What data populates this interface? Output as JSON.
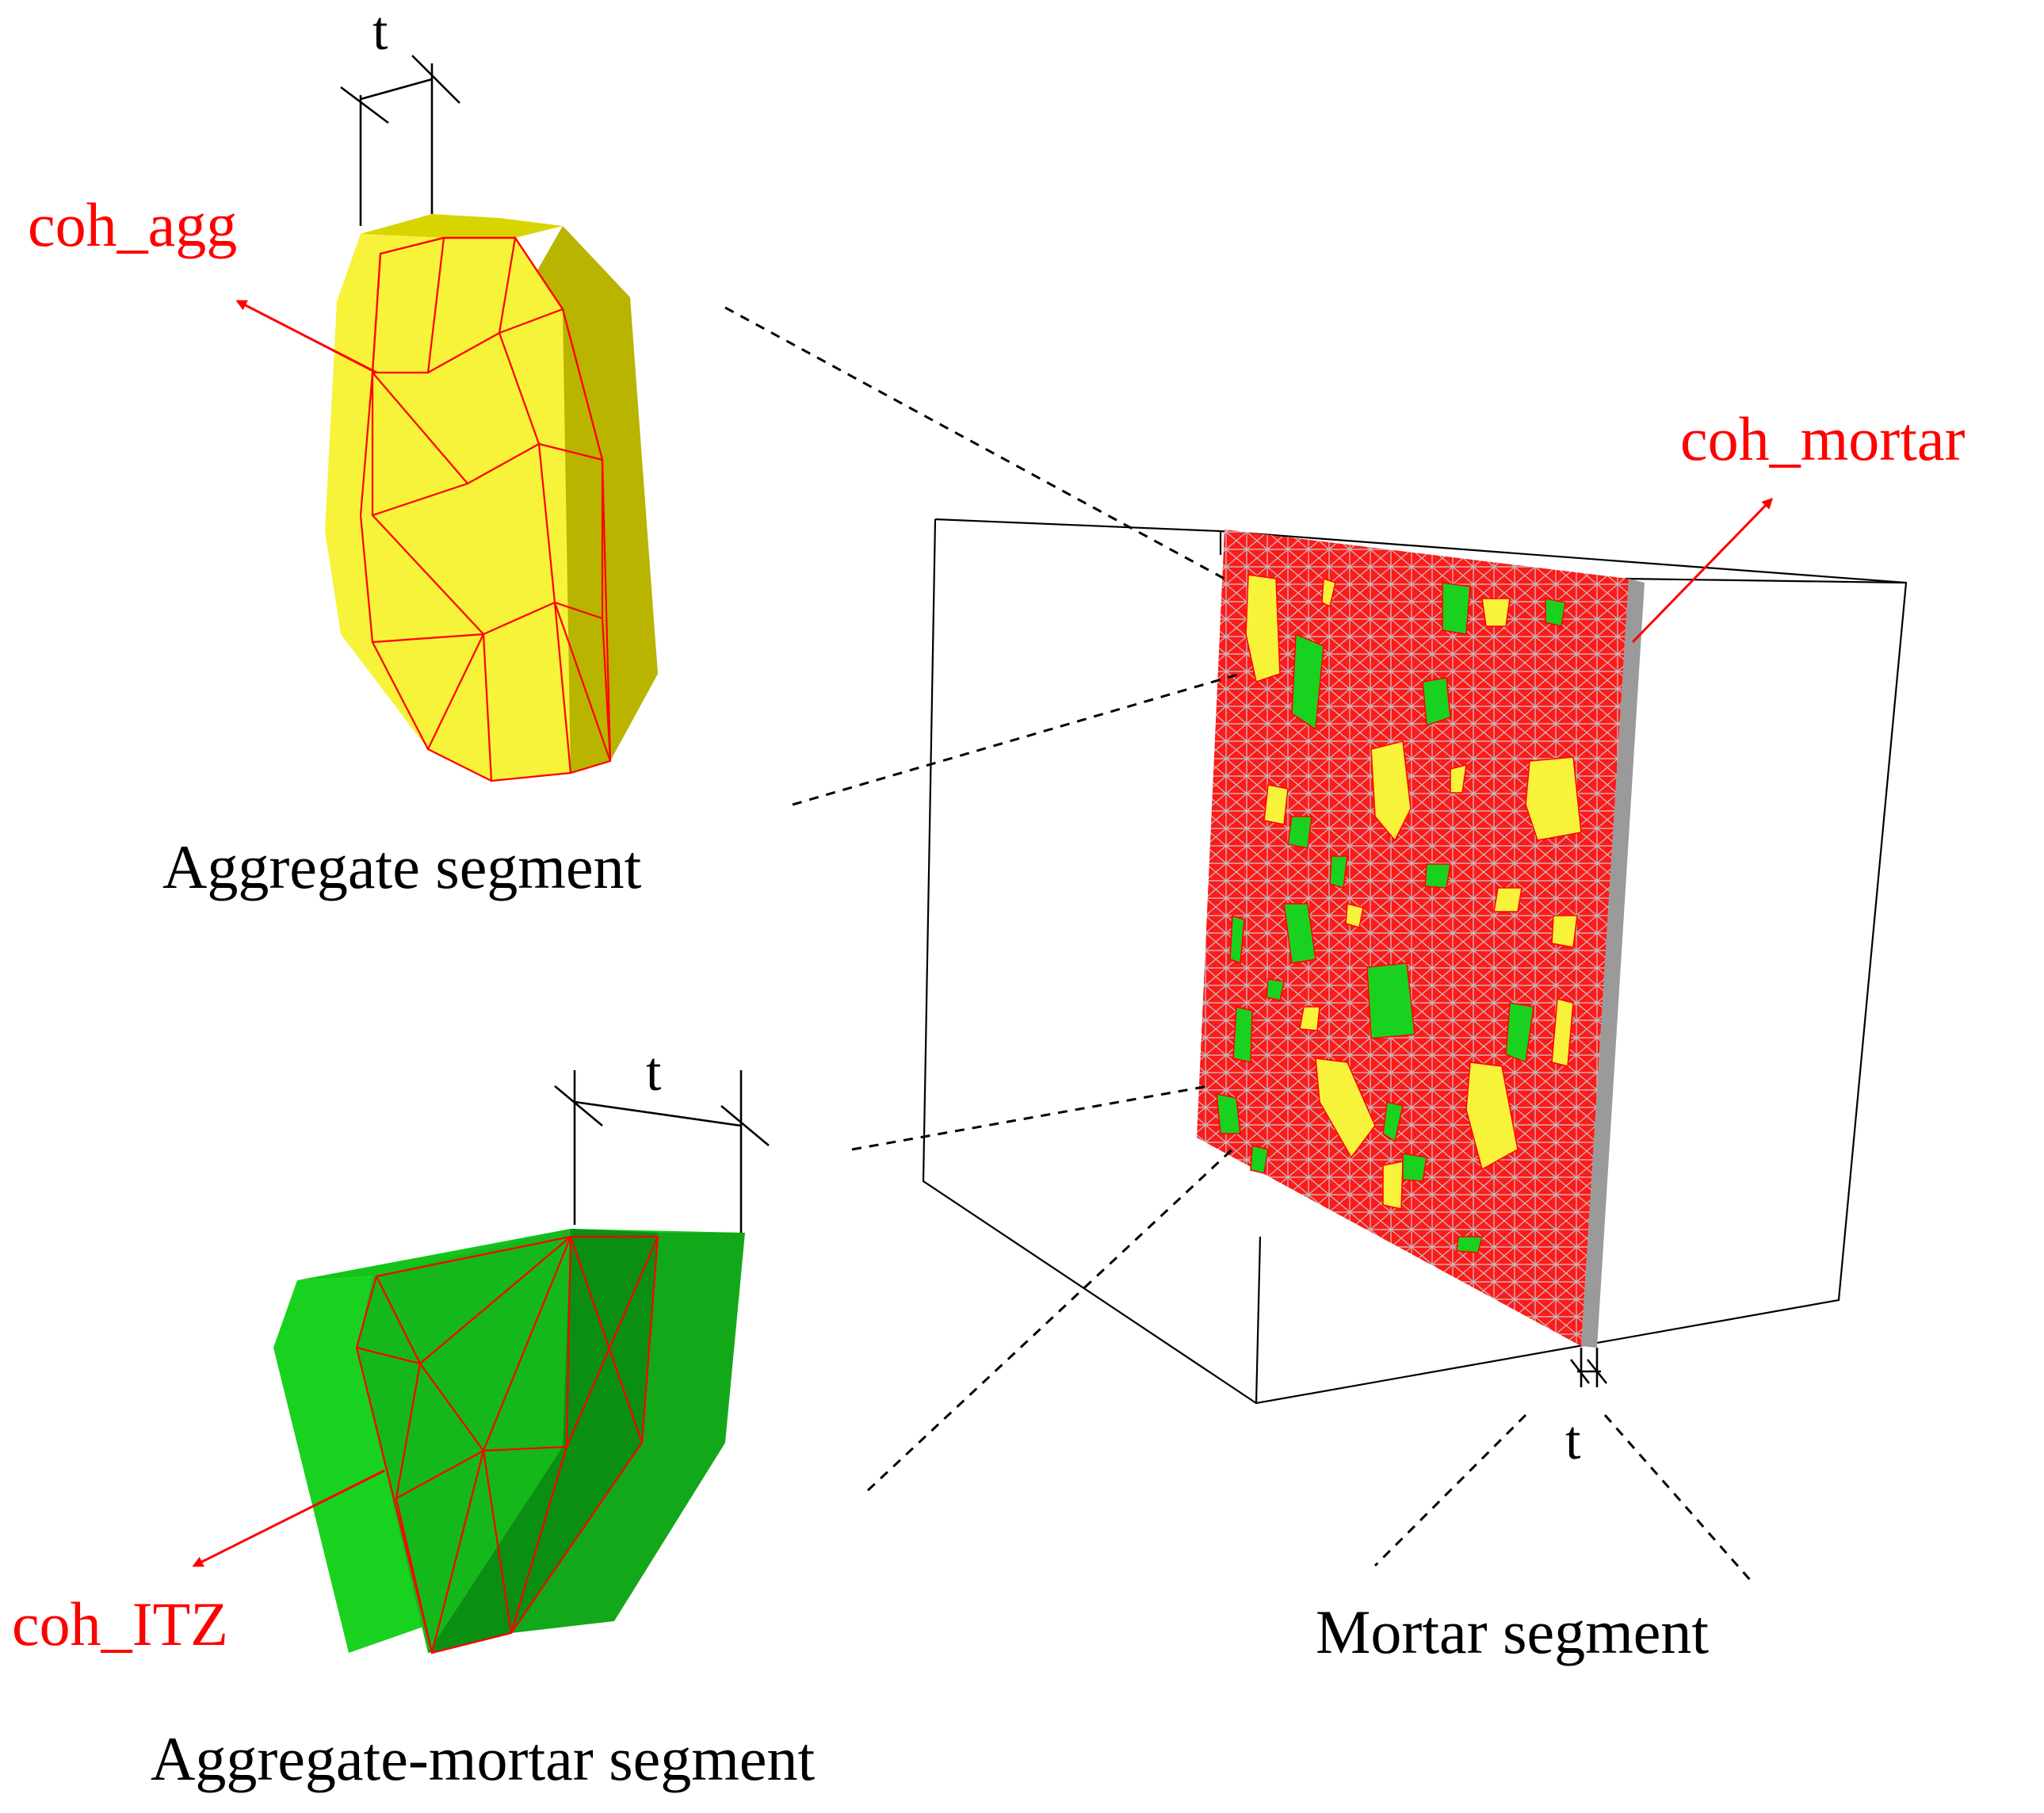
{
  "labels": {
    "aggregate_segment": "Aggregate segment",
    "aggregate_mortar_segment": "Aggregate-mortar segment",
    "mortar_segment": "Mortar segment",
    "coh_agg": "coh_agg",
    "coh_mortar": "coh_mortar",
    "coh_itz": "coh_ITZ",
    "thickness_symbol": "t"
  },
  "colors": {
    "aggregate": "#f7f23a",
    "aggregate_side": "#b8b400",
    "itz_green": "#19d11f",
    "itz_green_dark": "#0a8f12",
    "mortar_mesh": "#ff1a1a",
    "mortar_side": "#9a9a9a",
    "cohesive_red": "#ff0000",
    "line": "#000000"
  }
}
